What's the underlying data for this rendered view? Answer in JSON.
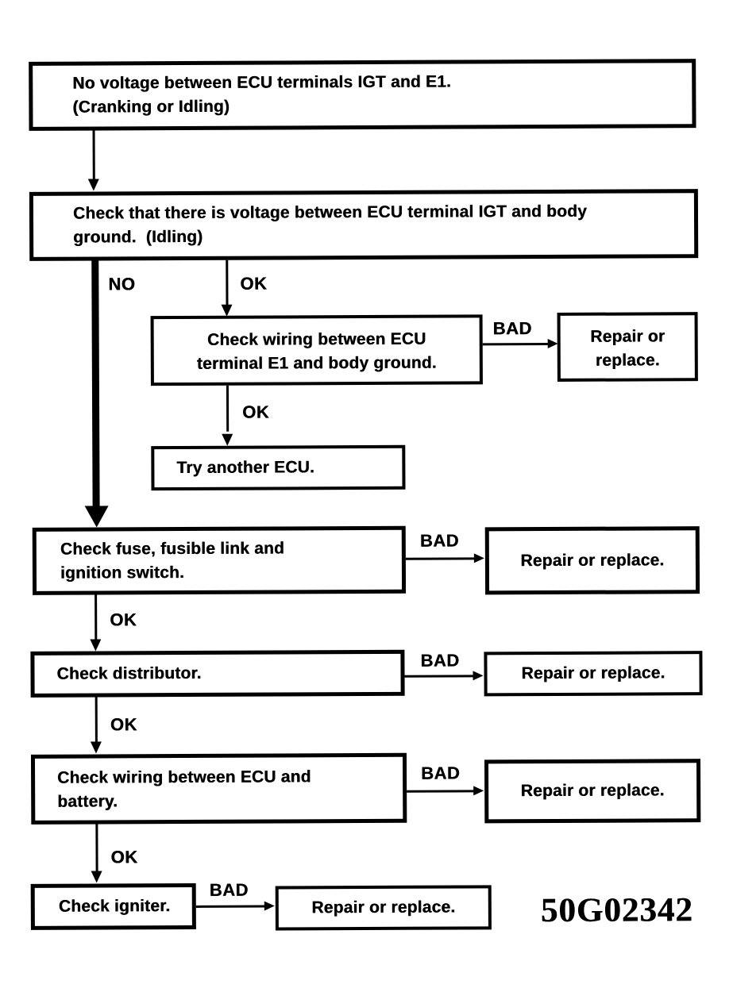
{
  "document": {
    "type": "ignition-troubleshooting-flowchart",
    "figure_code": "50G02342"
  },
  "labels": {
    "no": "NO",
    "ok": "OK",
    "bad": "BAD"
  },
  "nodes": {
    "start": {
      "line1": "No voltage between ECU terminals IGT and E1.",
      "line2": "(Cranking or Idling)"
    },
    "check_igt_voltage": {
      "line1": "Check that there is voltage between ECU terminal IGT and body",
      "line2": "ground.  (Idling)"
    },
    "check_wiring_e1": {
      "line1": "Check wiring between ECU",
      "line2": "terminal E1 and body ground."
    },
    "repair_e1": {
      "line1": "Repair or",
      "line2": "replace."
    },
    "try_another_ecu": {
      "text": "Try another ECU."
    },
    "check_fuse": {
      "line1": "Check fuse, fusible link and",
      "line2": "ignition switch."
    },
    "repair_fuse": {
      "text": "Repair or replace."
    },
    "check_distributor": {
      "text": "Check distributor."
    },
    "repair_distributor": {
      "text": "Repair or replace."
    },
    "check_wiring_battery": {
      "line1": "Check wiring between ECU and",
      "line2": "battery."
    },
    "repair_battery": {
      "text": "Repair or replace."
    },
    "check_igniter": {
      "text": "Check igniter."
    },
    "repair_igniter": {
      "text": "Repair or replace."
    }
  },
  "colors": {
    "ink": "#000000",
    "paper": "#ffffff"
  }
}
